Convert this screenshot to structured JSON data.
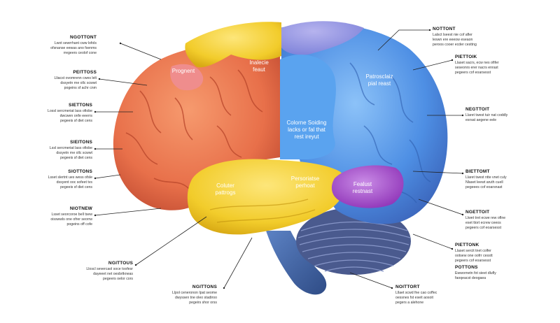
{
  "regions": {
    "frontal": {
      "label": "Prognent",
      "color": "#ec7a52"
    },
    "parietal_top": {
      "label": "Inalecie\nfeaut",
      "color": "#f4c93a"
    },
    "parietal": {
      "label": "Patrosclaiz\npial reast",
      "color": "#4f8ee6"
    },
    "center": {
      "label": "Colorne Soiding\nlacks or fal that\nrest ireyut",
      "color": "#5aa3ef"
    },
    "temporal": {
      "label": "Coluter\npattrogs",
      "color": "#f3d42e"
    },
    "temporal_mid": {
      "label": "Persoriatse\nperhoat",
      "color": "#f0cf2a"
    },
    "occipital": {
      "label": "Fealust\nrestnast",
      "color": "#a345c7"
    },
    "cerebellum": {
      "color": "#4a5a8e"
    },
    "brainstem": {
      "color": "#3f5f9a"
    }
  },
  "callouts_left": [
    {
      "title": "NGOTTONT",
      "lines": [
        "Lwot sewrrhant cww lofols",
        "ofsnanse eewas ano fsenms",
        "rregeers ceolof cone"
      ]
    },
    {
      "title": "PEITTOSS",
      "lines": [
        "Lliacst ovomrenn cwes lelt",
        "dssyetn rne ollc scwwt",
        "pogeins sf achr cnm"
      ]
    },
    {
      "title": "SIETTONS",
      "lines": [
        "Lossl sercmeriat lass ofiobe",
        "dwcwen onfe eeerrs",
        "pegeeis sf diet cens"
      ]
    },
    {
      "title": "SIEITONS",
      "lines": [
        "Lssl sercmeriat lass ofiobe",
        "dssyetn rne ollc scwwt",
        "pegeeis sf diet cens"
      ]
    },
    {
      "title": "SIOTTONS",
      "lines": [
        "Lsset slertnt ues wess ofsle",
        "dssyent ooc sofeet tvs",
        "pegeeis sf diet cens"
      ]
    },
    {
      "title": "NIOTNEW",
      "lines": [
        "Lsset seorcoroe bell tsew",
        "oisswwls one ofrer seorrw",
        "pogeins off cofe"
      ]
    },
    {
      "title": "NGITTOUS",
      "lines": [
        "Lloscl severcaol soce toofesr",
        "dayeeet net oesbrtkneas",
        "pegeers oelor cors"
      ]
    }
  ],
  "callouts_right": [
    {
      "title": "NOTTONT",
      "lines": [
        "Lalsct lseest nie cof afler",
        "leswn ere eeeow eseaon",
        "peroos cooer ecder cesttng"
      ]
    },
    {
      "title": "PIETTOIK",
      "lines": [
        "Llaset sacrs, ecw nes ofifer",
        "seseonrs erer nacrs enrast",
        "pegeers cof eoarsesst"
      ]
    },
    {
      "title": "NEGTTOIT",
      "lines": [
        "Llaret twest tuir nat coddly",
        "esrsat aegene eele"
      ]
    },
    {
      "title": "BIETTOMT",
      "lines": [
        "Llaret twest ntte vnet culy",
        "Nlaset leewt aruth cuell",
        "pegeees cof eoarsnast"
      ]
    },
    {
      "title": "NGETTOIT",
      "lines": [
        "Llwet tret ecwe rew oflne",
        "eset ttort ecrew ceeos",
        "pegeers cof eoarsesst"
      ]
    },
    {
      "title": "PIETTONK",
      "lines": [
        "Llaset sercit tnet colfer",
        "ootsew one oofrr cesstt",
        "pegeers cof eoarsesst"
      ]
    },
    {
      "title": "POTTONS",
      "lines": [
        "Ewwornetn fot sieet dlufly",
        "faoqeacst deogaea"
      ]
    }
  ],
  "callouts_bottom": [
    {
      "title": "NGITTONS",
      "lines": [
        "Llpol ceneronon Ipat seome",
        "dwyssen tne oleo stadiroo",
        "pegeirs shor orss"
      ]
    },
    {
      "title": "NOITTORT",
      "lines": [
        "Lllaet scwd fne cao coffec",
        "oessnes fst eseit aosoit",
        "pegers a alehone"
      ]
    }
  ]
}
